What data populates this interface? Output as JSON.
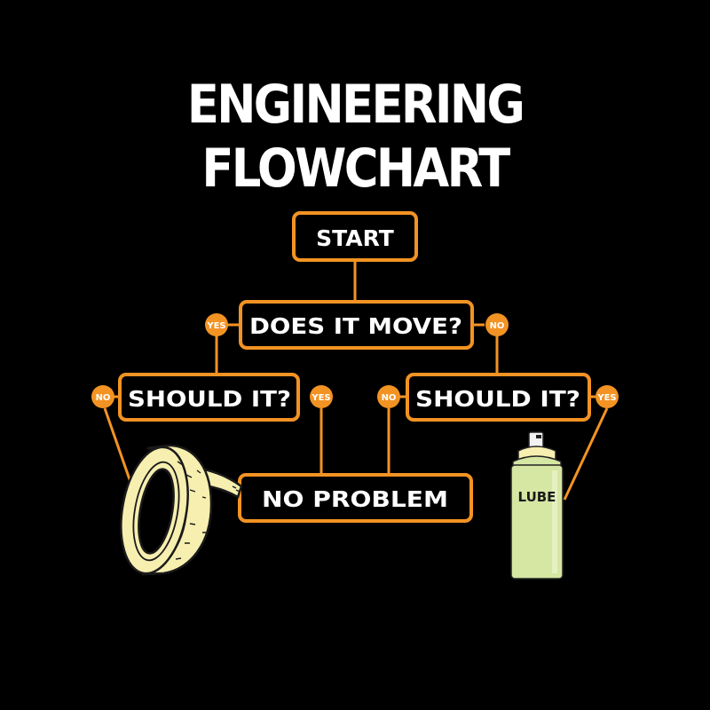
{
  "title": {
    "line1": "ENGINEERING",
    "line2": "FLOWCHART"
  },
  "nodes": {
    "start": "START",
    "move": "DOES IT MOVE?",
    "should_left": "SHOULD IT?",
    "should_right": "SHOULD IT?",
    "no_problem": "NO PROBLEM"
  },
  "answers": {
    "move_yes": "YES",
    "move_no": "NO",
    "left_no": "NO",
    "left_yes": "YES",
    "right_no": "NO",
    "right_yes": "YES"
  },
  "can_label": "LUBE",
  "colors": {
    "background": "#000000",
    "accent_orange": "#f39323",
    "text": "#ffffff",
    "tape": "#f7efb0",
    "can": "#d6e6a3"
  },
  "icons": {
    "tape": "duct-tape-icon",
    "can": "lube-spray-can-icon"
  }
}
